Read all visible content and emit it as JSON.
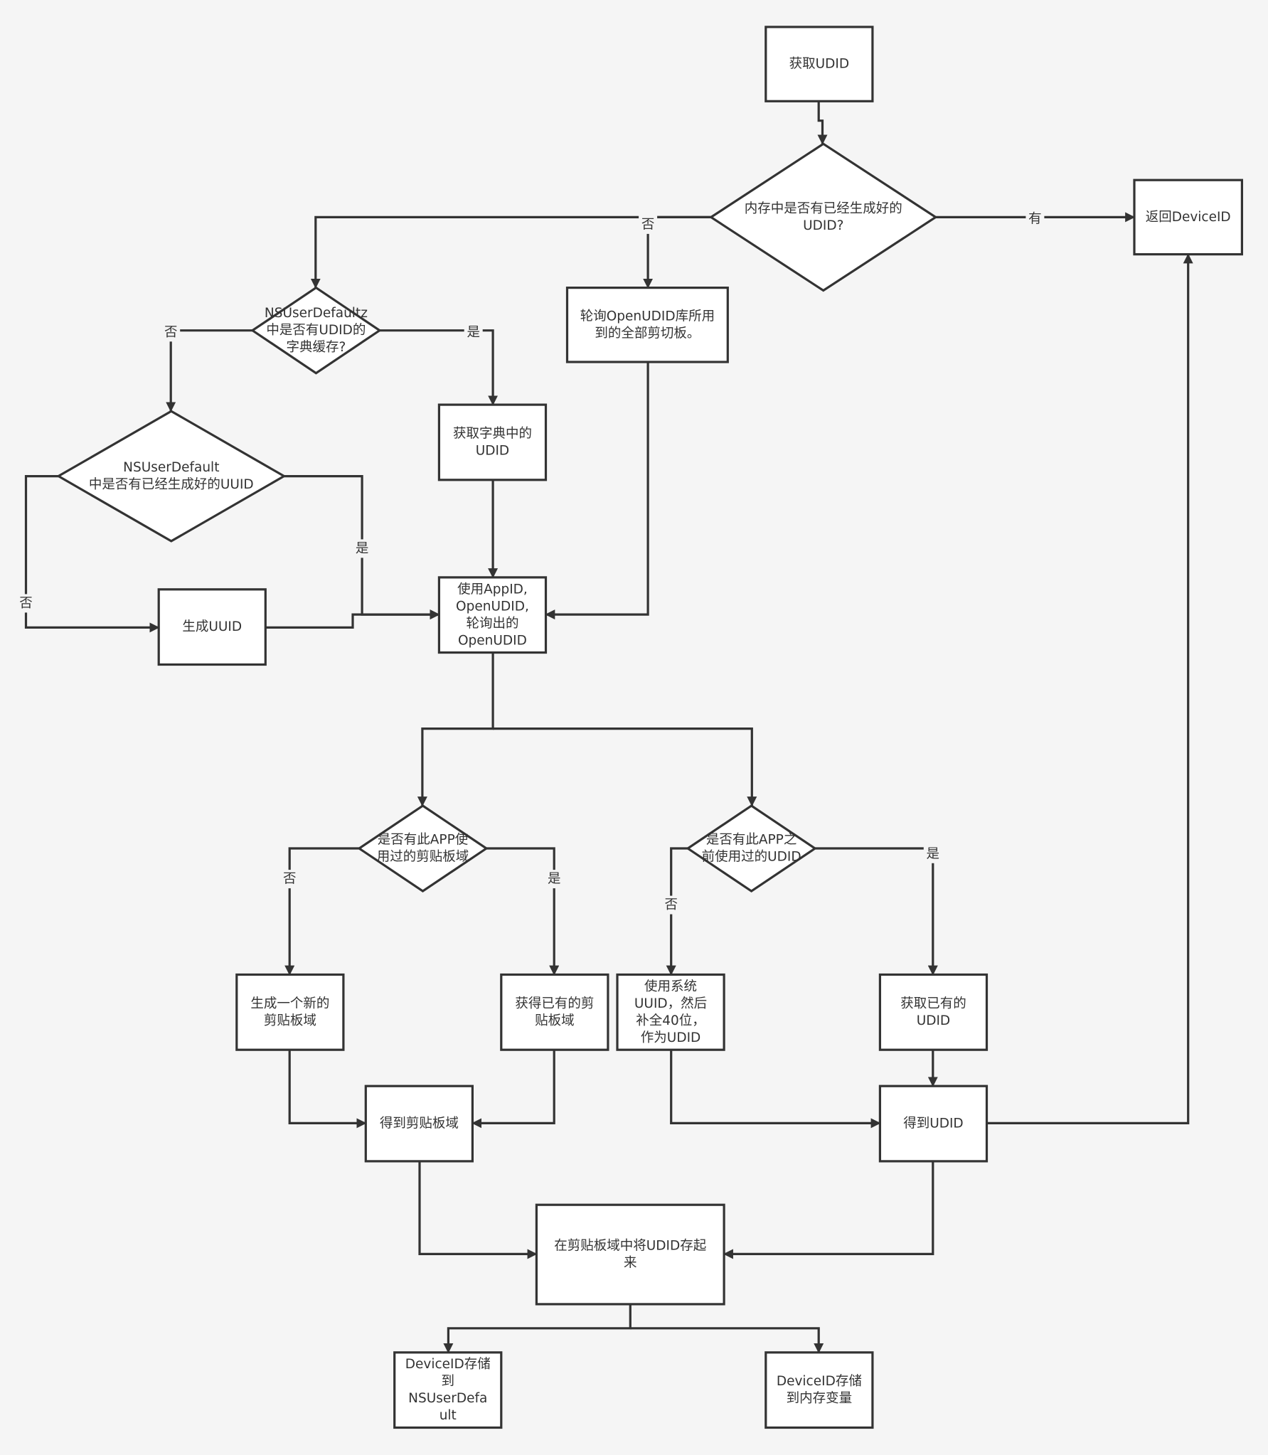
{
  "nodes": {
    "get_udid": {
      "label": [
        "获取UDID"
      ],
      "shape": "rect"
    },
    "mem_check": {
      "label": [
        "内存中是否有已经生成好的",
        "UDID?"
      ],
      "shape": "diamond"
    },
    "return_deviceid": {
      "label": [
        "返回DeviceID"
      ],
      "shape": "rect"
    },
    "poll_openudid": {
      "label": [
        "轮询OpenUDID库所用",
        "到的全部剪切板。"
      ],
      "shape": "rect"
    },
    "nsud_dict_check": {
      "label": [
        "NSUserDefaultz",
        "中是否有UDID的",
        "字典缓存?"
      ],
      "shape": "diamond"
    },
    "get_dict_udid": {
      "label": [
        "获取字典中的",
        "UDID"
      ],
      "shape": "rect"
    },
    "nsud_uuid_check": {
      "label": [
        "NSUserDefault",
        "中是否有已经生成好的UUID"
      ],
      "shape": "diamond"
    },
    "gen_uuid": {
      "label": [
        "生成UUID"
      ],
      "shape": "rect"
    },
    "use_appid": {
      "label": [
        "使用AppID,",
        "OpenUDID,",
        "轮询出的",
        "OpenUDID"
      ],
      "shape": "rect"
    },
    "clip_used_check": {
      "label": [
        "是否有此APP使",
        "用过的剪贴板域"
      ],
      "shape": "diamond"
    },
    "udid_used_check": {
      "label": [
        "是否有此APP之",
        "前使用过的UDID"
      ],
      "shape": "diamond"
    },
    "new_clip": {
      "label": [
        "生成一个新的",
        "剪贴板域"
      ],
      "shape": "rect"
    },
    "existing_clip": {
      "label": [
        "获得已有的剪",
        "贴板域"
      ],
      "shape": "rect"
    },
    "sys_uuid": {
      "label": [
        "使用系统",
        "UUID，然后",
        "补全40位，",
        "作为UDID"
      ],
      "shape": "rect"
    },
    "existing_udid": {
      "label": [
        "获取已有的",
        "UDID"
      ],
      "shape": "rect"
    },
    "got_clip": {
      "label": [
        "得到剪贴板域"
      ],
      "shape": "rect"
    },
    "got_udid": {
      "label": [
        "得到UDID"
      ],
      "shape": "rect"
    },
    "store_clip": {
      "label": [
        "在剪贴板域中将UDID存起",
        "来"
      ],
      "shape": "rect"
    },
    "store_nsud": {
      "label": [
        "DeviceID存储",
        "到",
        "NSUserDefa",
        "ult"
      ],
      "shape": "rect"
    },
    "store_mem": {
      "label": [
        "DeviceID存储",
        "到内存变量"
      ],
      "shape": "rect"
    }
  },
  "edges": [
    {
      "from": "get_udid",
      "to": "mem_check",
      "label": ""
    },
    {
      "from": "mem_check",
      "to": "return_deviceid",
      "label": "有"
    },
    {
      "from": "mem_check",
      "to": "poll_openudid",
      "label": "否"
    },
    {
      "from": "mem_check",
      "to": "nsud_dict_check",
      "label": ""
    },
    {
      "from": "nsud_dict_check",
      "to": "get_dict_udid",
      "label": "是"
    },
    {
      "from": "nsud_dict_check",
      "to": "nsud_uuid_check",
      "label": "否"
    },
    {
      "from": "nsud_uuid_check",
      "to": "use_appid",
      "label": "是"
    },
    {
      "from": "nsud_uuid_check",
      "to": "gen_uuid",
      "label": "否"
    },
    {
      "from": "gen_uuid",
      "to": "use_appid",
      "label": ""
    },
    {
      "from": "get_dict_udid",
      "to": "use_appid",
      "label": ""
    },
    {
      "from": "poll_openudid",
      "to": "use_appid",
      "label": ""
    },
    {
      "from": "use_appid",
      "to": "clip_used_check",
      "label": ""
    },
    {
      "from": "use_appid",
      "to": "udid_used_check",
      "label": ""
    },
    {
      "from": "clip_used_check",
      "to": "new_clip",
      "label": "否"
    },
    {
      "from": "clip_used_check",
      "to": "existing_clip",
      "label": "是"
    },
    {
      "from": "udid_used_check",
      "to": "sys_uuid",
      "label": "否"
    },
    {
      "from": "udid_used_check",
      "to": "existing_udid",
      "label": "是"
    },
    {
      "from": "new_clip",
      "to": "got_clip",
      "label": ""
    },
    {
      "from": "existing_clip",
      "to": "got_clip",
      "label": ""
    },
    {
      "from": "existing_udid",
      "to": "got_udid",
      "label": ""
    },
    {
      "from": "sys_uuid",
      "to": "got_udid",
      "label": ""
    },
    {
      "from": "got_udid",
      "to": "return_deviceid",
      "label": ""
    },
    {
      "from": "got_clip",
      "to": "store_clip",
      "label": ""
    },
    {
      "from": "got_udid",
      "to": "store_clip",
      "label": ""
    },
    {
      "from": "store_clip",
      "to": "store_nsud",
      "label": ""
    },
    {
      "from": "store_clip",
      "to": "store_mem",
      "label": ""
    }
  ]
}
